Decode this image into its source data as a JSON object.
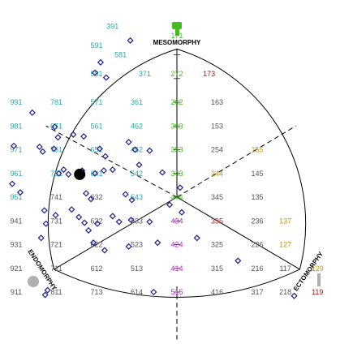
{
  "chart_data": {
    "type": "scatter",
    "axis_titles": {
      "mesomorphy": "MESOMORPHY",
      "endomorphy": "ENDOMORPHY",
      "ectomorphy": "ECTOMORPHY"
    },
    "colors": {
      "teal": "#2aa8a8",
      "green": "#44bb22",
      "purple": "#bb22cc",
      "olive": "#bb9922",
      "red": "#aa2222",
      "dark_red": "#991111",
      "gray": "#555555",
      "points": "#1a1f8c"
    },
    "reference_codes": [
      {
        "text": "191",
        "x": 0,
        "y": 23,
        "color": "green"
      },
      {
        "text": "391",
        "x": -8,
        "y": 18,
        "color": "teal"
      },
      {
        "text": "581",
        "x": -7,
        "y": 15,
        "color": "teal"
      },
      {
        "text": "171",
        "x": 0,
        "y": 17,
        "color": "green"
      },
      {
        "text": "591",
        "x": -10,
        "y": 16,
        "color": "teal"
      },
      {
        "text": "581",
        "x": -10,
        "y": 13,
        "color": "teal"
      },
      {
        "text": "371",
        "x": -4,
        "y": 13,
        "color": "teal"
      },
      {
        "text": "272",
        "x": 0,
        "y": 13,
        "color": "green"
      },
      {
        "text": "173",
        "x": 4,
        "y": 13,
        "color": "dark_red"
      },
      {
        "text": "991",
        "x": -20,
        "y": 10,
        "color": "teal"
      },
      {
        "text": "781",
        "x": -15,
        "y": 10,
        "color": "teal"
      },
      {
        "text": "571",
        "x": -10,
        "y": 10,
        "color": "teal"
      },
      {
        "text": "361",
        "x": -5,
        "y": 10,
        "color": "teal"
      },
      {
        "text": "262",
        "x": 0,
        "y": 10,
        "color": "green"
      },
      {
        "text": "163",
        "x": 5,
        "y": 10,
        "color": "gray"
      },
      {
        "text": "981",
        "x": -20,
        "y": 7.5,
        "color": "teal"
      },
      {
        "text": "671",
        "x": -15,
        "y": 7.5,
        "color": "teal"
      },
      {
        "text": "561",
        "x": -10,
        "y": 7.5,
        "color": "teal"
      },
      {
        "text": "462",
        "x": -5,
        "y": 7.5,
        "color": "teal"
      },
      {
        "text": "363",
        "x": 0,
        "y": 7.5,
        "color": "green"
      },
      {
        "text": "153",
        "x": 5,
        "y": 7.5,
        "color": "gray"
      },
      {
        "text": "971",
        "x": -20,
        "y": 5,
        "color": "teal"
      },
      {
        "text": "761",
        "x": -15,
        "y": 5,
        "color": "teal"
      },
      {
        "text": "651",
        "x": -10,
        "y": 5,
        "color": "teal"
      },
      {
        "text": "452",
        "x": -5,
        "y": 5,
        "color": "teal"
      },
      {
        "text": "353",
        "x": 0,
        "y": 5,
        "color": "green"
      },
      {
        "text": "254",
        "x": 5,
        "y": 5,
        "color": "gray"
      },
      {
        "text": "155",
        "x": 10,
        "y": 5,
        "color": "olive"
      },
      {
        "text": "961",
        "x": -20,
        "y": 2.5,
        "color": "teal"
      },
      {
        "text": "751",
        "x": -15,
        "y": 2.5,
        "color": "teal"
      },
      {
        "text": "641",
        "x": -10,
        "y": 2.5,
        "color": "teal"
      },
      {
        "text": "542",
        "x": -5,
        "y": 2.5,
        "color": "teal"
      },
      {
        "text": "343",
        "x": 0,
        "y": 2.5,
        "color": "green"
      },
      {
        "text": "244",
        "x": 5,
        "y": 2.5,
        "color": "olive"
      },
      {
        "text": "145",
        "x": 10,
        "y": 2.5,
        "color": "gray"
      },
      {
        "text": "951",
        "x": -20,
        "y": 0,
        "color": "teal"
      },
      {
        "text": "741",
        "x": -15,
        "y": 0,
        "color": "gray"
      },
      {
        "text": "632",
        "x": -10,
        "y": 0,
        "color": "gray"
      },
      {
        "text": "543",
        "x": -5,
        "y": 0,
        "color": "teal"
      },
      {
        "text": "444",
        "x": 0,
        "y": 0,
        "color": "green"
      },
      {
        "text": "345",
        "x": 5,
        "y": 0,
        "color": "gray"
      },
      {
        "text": "135",
        "x": 10,
        "y": 0,
        "color": "gray"
      },
      {
        "text": "941",
        "x": -20,
        "y": -2.5,
        "color": "gray"
      },
      {
        "text": "731",
        "x": -15,
        "y": -2.5,
        "color": "gray"
      },
      {
        "text": "632",
        "x": -10,
        "y": -2.5,
        "color": "gray"
      },
      {
        "text": "533",
        "x": -5,
        "y": -2.5,
        "color": "gray"
      },
      {
        "text": "434",
        "x": 0,
        "y": -2.5,
        "color": "purple"
      },
      {
        "text": "335",
        "x": 5,
        "y": -2.5,
        "color": "red"
      },
      {
        "text": "236",
        "x": 10,
        "y": -2.5,
        "color": "gray"
      },
      {
        "text": "137",
        "x": 13.5,
        "y": -2.5,
        "color": "olive"
      },
      {
        "text": "931",
        "x": -20,
        "y": -5,
        "color": "gray"
      },
      {
        "text": "721",
        "x": -15,
        "y": -5,
        "color": "gray"
      },
      {
        "text": "622",
        "x": -10,
        "y": -5,
        "color": "gray"
      },
      {
        "text": "523",
        "x": -5,
        "y": -5,
        "color": "gray"
      },
      {
        "text": "424",
        "x": 0,
        "y": -5,
        "color": "purple"
      },
      {
        "text": "325",
        "x": 5,
        "y": -5,
        "color": "gray"
      },
      {
        "text": "226",
        "x": 10,
        "y": -5,
        "color": "gray"
      },
      {
        "text": "127",
        "x": 13.5,
        "y": -5,
        "color": "olive"
      },
      {
        "text": "921",
        "x": -20,
        "y": -7.5,
        "color": "gray"
      },
      {
        "text": "711",
        "x": -15,
        "y": -7.5,
        "color": "gray"
      },
      {
        "text": "612",
        "x": -10,
        "y": -7.5,
        "color": "gray"
      },
      {
        "text": "513",
        "x": -5,
        "y": -7.5,
        "color": "gray"
      },
      {
        "text": "414",
        "x": 0,
        "y": -7.5,
        "color": "purple"
      },
      {
        "text": "315",
        "x": 5,
        "y": -7.5,
        "color": "gray"
      },
      {
        "text": "216",
        "x": 10,
        "y": -7.5,
        "color": "gray"
      },
      {
        "text": "117",
        "x": 13.5,
        "y": -7.5,
        "color": "gray"
      },
      {
        "text": "129",
        "x": 17.5,
        "y": -7.5,
        "color": "olive"
      },
      {
        "text": "911",
        "x": -20,
        "y": -10,
        "color": "gray"
      },
      {
        "text": "811",
        "x": -15,
        "y": -10,
        "color": "gray"
      },
      {
        "text": "713",
        "x": -10,
        "y": -10,
        "color": "gray"
      },
      {
        "text": "614",
        "x": -5,
        "y": -10,
        "color": "gray"
      },
      {
        "text": "515",
        "x": 0,
        "y": -10,
        "color": "purple"
      },
      {
        "text": "416",
        "x": 5,
        "y": -10,
        "color": "gray"
      },
      {
        "text": "317",
        "x": 10,
        "y": -10,
        "color": "gray"
      },
      {
        "text": "218",
        "x": 13.5,
        "y": -10,
        "color": "gray"
      },
      {
        "text": "119",
        "x": 17.5,
        "y": -10,
        "color": "dark_red"
      }
    ],
    "points": [
      {
        "x": -5.8,
        "y": 16.5
      },
      {
        "x": -9.5,
        "y": 14.2
      },
      {
        "x": -10.2,
        "y": 13.1
      },
      {
        "x": -8.8,
        "y": 12.6
      },
      {
        "x": -18.0,
        "y": 8.9
      },
      {
        "x": -15.2,
        "y": 7.4
      },
      {
        "x": -14.8,
        "y": 6.3
      },
      {
        "x": -12.9,
        "y": 6.6
      },
      {
        "x": -11.6,
        "y": 6.4
      },
      {
        "x": -20.3,
        "y": 5.4
      },
      {
        "x": -17.1,
        "y": 5.3
      },
      {
        "x": -15.3,
        "y": 5.1
      },
      {
        "x": -16.7,
        "y": 4.8
      },
      {
        "x": -9.6,
        "y": 5.1
      },
      {
        "x": -8.9,
        "y": 4.3
      },
      {
        "x": -6.0,
        "y": 5.8
      },
      {
        "x": -5.2,
        "y": 5.0
      },
      {
        "x": -4.7,
        "y": 3.4
      },
      {
        "x": -9.1,
        "y": 2.8
      },
      {
        "x": -8.0,
        "y": 2.9
      },
      {
        "x": -14.1,
        "y": 2.9
      },
      {
        "x": -13.5,
        "y": 2.4
      },
      {
        "x": -14.7,
        "y": 2.5
      },
      {
        "x": -11.8,
        "y": 2.8
      },
      {
        "x": -10.2,
        "y": 2.5
      },
      {
        "x": -20.5,
        "y": 1.4
      },
      {
        "x": -19.5,
        "y": 0.5
      },
      {
        "x": -11.3,
        "y": 0.4
      },
      {
        "x": -10.7,
        "y": -0.2
      },
      {
        "x": -6.4,
        "y": 0.3
      },
      {
        "x": -5.6,
        "y": -0.3
      },
      {
        "x": -16.5,
        "y": -1.4
      },
      {
        "x": -16.3,
        "y": -2.8
      },
      {
        "x": -16.9,
        "y": -4.3
      },
      {
        "x": -15.1,
        "y": -1.9
      },
      {
        "x": -13.1,
        "y": -1.3
      },
      {
        "x": -12.2,
        "y": -2.1
      },
      {
        "x": -11.5,
        "y": -2.7
      },
      {
        "x": -11.0,
        "y": -3.5
      },
      {
        "x": -9.9,
        "y": -2.8
      },
      {
        "x": -8.0,
        "y": -2.0
      },
      {
        "x": -7.2,
        "y": -2.6
      },
      {
        "x": -5.7,
        "y": -2.4
      },
      {
        "x": -3.4,
        "y": -2.6
      },
      {
        "x": -10.4,
        "y": -4.8
      },
      {
        "x": -9.0,
        "y": -5.6
      },
      {
        "x": -6.0,
        "y": -5.2
      },
      {
        "x": -0.9,
        "y": -0.8
      },
      {
        "x": 0.6,
        "y": -1.6
      },
      {
        "x": -2.4,
        "y": -4.8
      },
      {
        "x": 2.5,
        "y": -4.3
      },
      {
        "x": 7.6,
        "y": -6.7
      },
      {
        "x": -3.4,
        "y": 4.9
      },
      {
        "x": -16.1,
        "y": -9.8
      },
      {
        "x": -16.4,
        "y": -10.3
      },
      {
        "x": -2.9,
        "y": -10.0
      },
      {
        "x": 14.6,
        "y": -10.4
      },
      {
        "x": 0.4,
        "y": 1.0
      },
      {
        "x": -1.8,
        "y": 2.6
      }
    ],
    "mean_point": {
      "x": -12.1,
      "y": 2.4
    }
  }
}
